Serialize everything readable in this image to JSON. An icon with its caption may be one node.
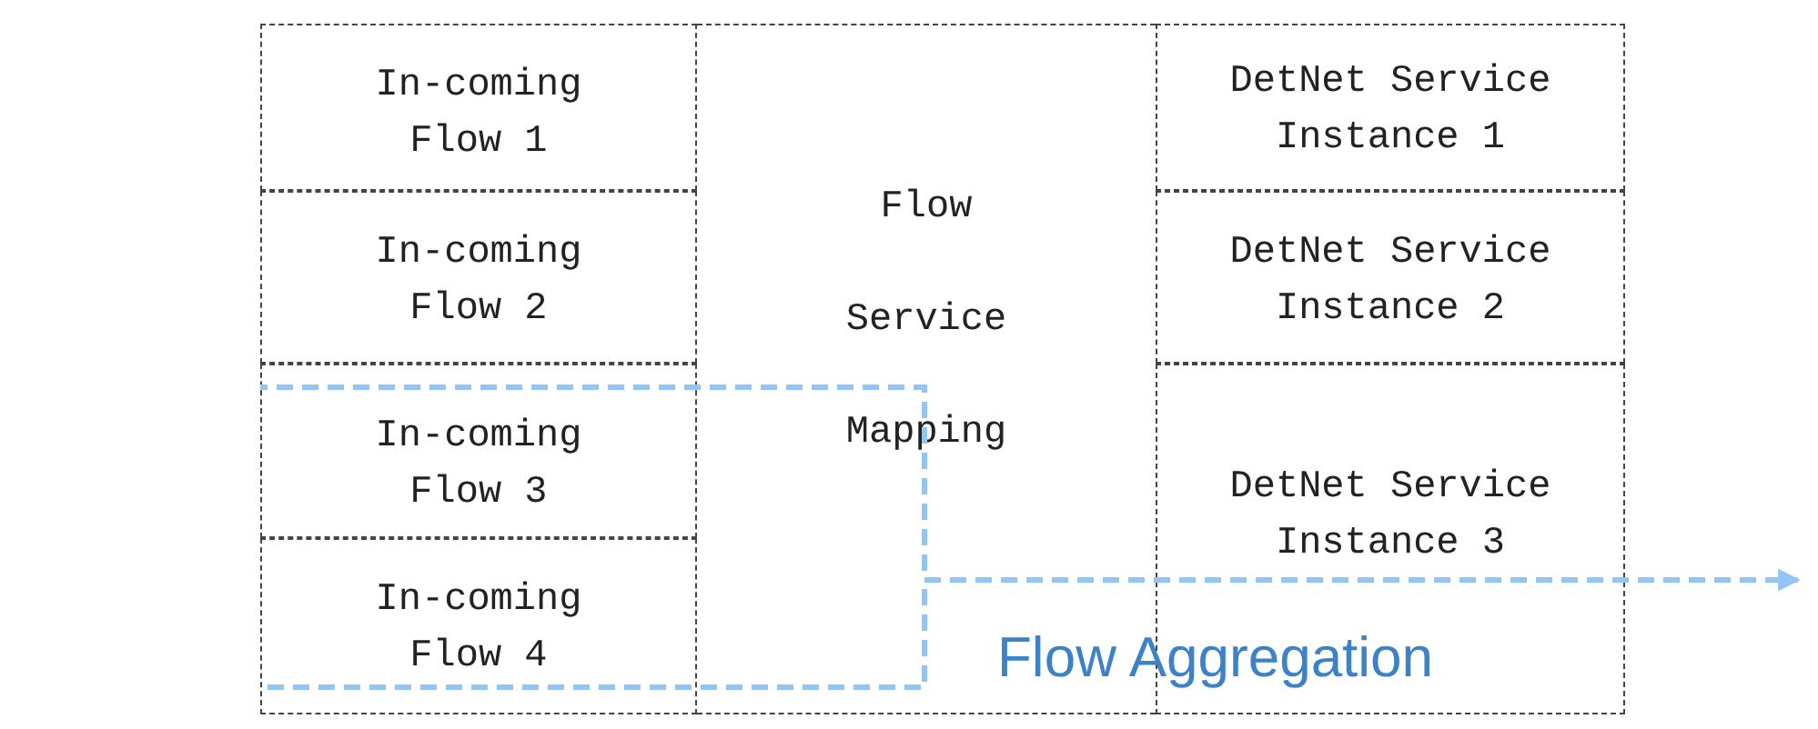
{
  "diagram": {
    "nodes": [
      {
        "text": [
          "In-coming Flow 1"
        ]
      },
      {
        "text": [
          "In-coming Flow 2"
        ]
      },
      {
        "text": [
          "In-coming Flow 3"
        ]
      },
      {
        "text": [
          "In-coming Flow 4"
        ]
      },
      {
        "text": [
          "Flow Service Mapping"
        ]
      },
      {
        "text": [
          "DetNet Service Instance 1"
        ]
      },
      {
        "text": [
          "DetNet Service Instance 2"
        ]
      },
      {
        "text": [
          "DetNet Service Instance 3"
        ]
      }
    ],
    "edges": [
      {
        "from": 2,
        "to": null,
        "arrow": "to",
        "style": "dashed"
      },
      {
        "from": 3,
        "to": null,
        "arrow": "to",
        "style": "dashed"
      }
    ],
    "labels": [
      "Flow Aggregation"
    ]
  }
}
